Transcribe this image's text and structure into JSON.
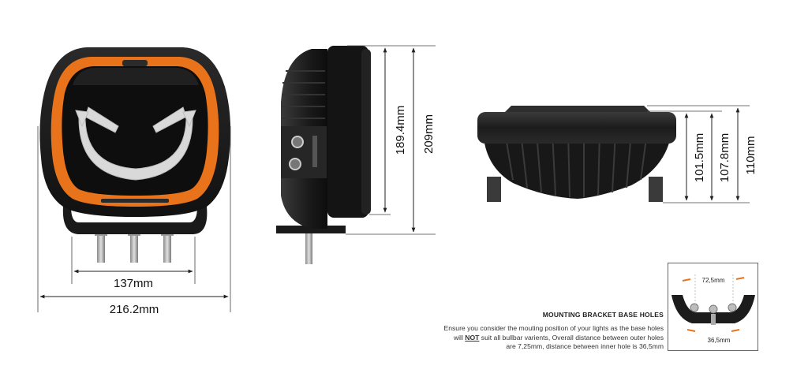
{
  "dimensions": {
    "front_inner_width": "137mm",
    "front_total_width": "216.2mm",
    "side_lens_height": "189.4mm",
    "side_total_height": "209mm",
    "top_depth_1": "101.5mm",
    "top_depth_2": "107.8mm",
    "top_depth_3": "110mm"
  },
  "mounting": {
    "title": "MOUNTING BRACKET BASE HOLES",
    "text_before": "Ensure you consider the mouting position of your lights as the base holes will ",
    "text_emphasis": "NOT",
    "text_after": " suit all bullbar varients, Overall distance between outer holes are 7,25mm, distance between inner hole is 36,5mm",
    "inset_outer": "72,5mm",
    "inset_inner": "36,5mm"
  },
  "colors": {
    "accent_orange": "#e8731a",
    "body_dark": "#1b1b1b",
    "dimension_line": "#222222"
  }
}
